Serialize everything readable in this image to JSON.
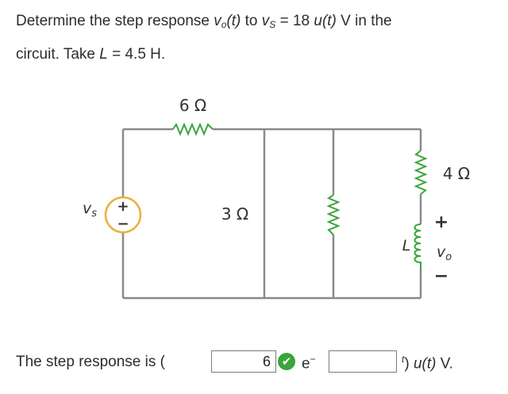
{
  "problem": {
    "line1_a": "Determine the step response ",
    "vo_var": "v",
    "vo_sub": "o",
    "t1": "(t)",
    "to": " to ",
    "vs_var": "v",
    "vs_sub": "S",
    "eq": " = 18 ",
    "u": "u",
    "t2": "(t)",
    "unit": " V in the",
    "line2_a": "circuit. Take ",
    "L_var": "L",
    "line2_b": " = 4.5 H."
  },
  "circuit": {
    "r1_label": "6 Ω",
    "r2_label": "3 Ω",
    "r3_label": "4 Ω",
    "vs_label": "v",
    "vs_label_sub": "s",
    "source_plus": "+",
    "source_minus": "−",
    "L_label": "L",
    "vo_plus": "+",
    "vo_label": "v",
    "vo_label_sub": "o",
    "vo_minus": "−"
  },
  "answer": {
    "prefix": "The step response is (",
    "box1_value": "6",
    "check_symbol": "✔",
    "e_base": "e",
    "e_sup": "−",
    "box2_value": "",
    "t_sup": "t",
    "close": ")",
    "u": "u",
    "t": "(t)",
    "unit": " V."
  },
  "colors": {
    "check_green": "#3aa53a",
    "wire": "#8a8a8a",
    "source_ring": "#e8b23a",
    "text": "#2d2d2d"
  }
}
